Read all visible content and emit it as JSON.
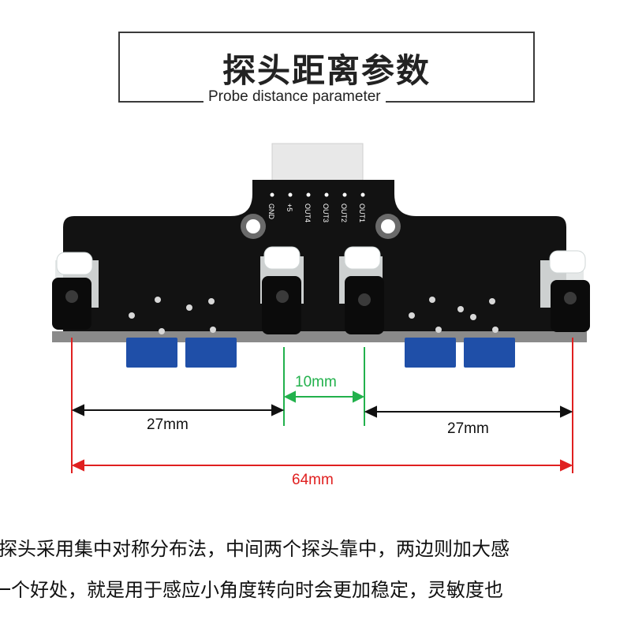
{
  "header": {
    "title_zh": "探头距离参数",
    "title_en": "Probe distance parameter"
  },
  "board": {
    "pin_labels": [
      "GND",
      "+5",
      "OUT4",
      "OUT3",
      "OUT2",
      "OUT1"
    ]
  },
  "dimensions": {
    "left_gap": "27mm",
    "center_gap": "10mm",
    "right_gap": "27mm",
    "total": "64mm",
    "colors": {
      "black": "#111111",
      "green": "#22b14c",
      "red": "#e02020"
    }
  },
  "description": {
    "line1": "探头采用集中对称分布法，中间两个探头靠中，两边则加大感",
    "line2": "一个好处，就是用于感应小角度转向时会更加稳定，灵敏度也"
  }
}
